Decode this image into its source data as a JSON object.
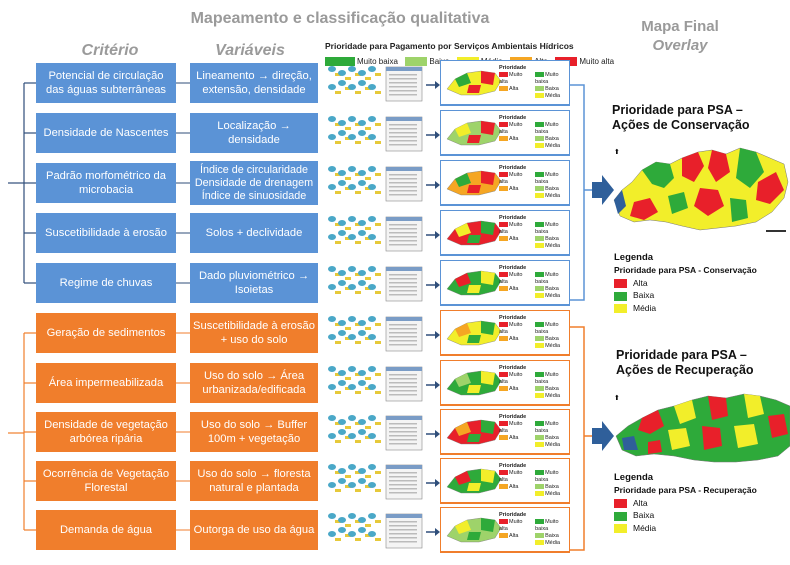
{
  "headers": {
    "main": "Mapeamento e classificação qualitativa",
    "criterio": "Critério",
    "variaveis": "Variáveis",
    "final_line1": "Mapa Final",
    "final_line2": "Overlay"
  },
  "priority_legend": {
    "title": "Prioridade para Pagamento por Serviços Ambientais Hídricos",
    "items": [
      {
        "label": "Muito baixa",
        "color": "#2eaa3a"
      },
      {
        "label": "Baixa",
        "color": "#9ed36a"
      },
      {
        "label": "Médio",
        "color": "#f2ee2a"
      },
      {
        "label": "Alta",
        "color": "#f5a623"
      },
      {
        "label": "Muito alta",
        "color": "#e8202a"
      }
    ]
  },
  "conservation_rows": [
    {
      "criterio": "Potencial de circulação das águas subterrâneas",
      "variavel": "Lineamento → direção, extensão, densidade"
    },
    {
      "criterio": "Densidade de Nascentes",
      "variavel": "Localização → densidade"
    },
    {
      "criterio": "Padrão morfométrico da microbacia",
      "variavel": "Índice de circularidade Densidade de drenagem Índice de sinuosidade"
    },
    {
      "criterio": "Suscetibilidade à erosão",
      "variavel": "Solos + declividade"
    },
    {
      "criterio": "Regime de chuvas",
      "variavel": "Dado pluviométrico → Isoietas"
    }
  ],
  "recovery_rows": [
    {
      "criterio": "Geração de sedimentos",
      "variavel": "Suscetibilidade à erosão + uso do solo"
    },
    {
      "criterio": "Área impermeabilizada",
      "variavel": "Uso do solo → Área urbanizada/edificada"
    },
    {
      "criterio": "Densidade de vegetação arbórea ripária",
      "variavel": "Uso do solo → Buffer 100m + vegetação"
    },
    {
      "criterio": "Ocorrência de Vegetação Florestal",
      "variavel": "Uso do solo → floresta natural e plantada"
    },
    {
      "criterio": "Demanda de água",
      "variavel": "Outorga de uso da água"
    }
  ],
  "mini_legend": {
    "title": "Prioridade",
    "items": [
      "Muito alta",
      "Alta",
      "Muito baixa",
      "Baixa",
      "Média"
    ]
  },
  "final_conservation": {
    "title_line1": "Prioridade para PSA –",
    "title_line2": "Ações de Conservação",
    "legend_title": "Legenda",
    "legend_subtitle": "Prioridade para PSA - Conservação",
    "items": [
      {
        "label": "Alta",
        "color": "#e8202a"
      },
      {
        "label": "Baixa",
        "color": "#2eaa3a"
      },
      {
        "label": "Média",
        "color": "#f2ee2a"
      }
    ]
  },
  "final_recovery": {
    "title_line1": "Prioridade para PSA –",
    "title_line2": "Ações de Recuperação",
    "legend_title": "Legenda",
    "legend_subtitle": "Prioridade para PSA - Recuperação",
    "items": [
      {
        "label": "Alta",
        "color": "#e8202a"
      },
      {
        "label": "Baixa",
        "color": "#2eaa3a"
      },
      {
        "label": "Média",
        "color": "#f2ee2a"
      }
    ]
  }
}
